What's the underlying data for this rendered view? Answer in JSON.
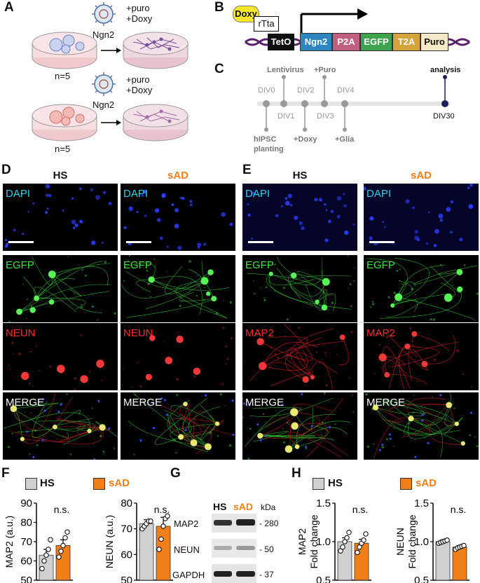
{
  "panel_letters": {
    "a": "A",
    "b": "B",
    "c": "C",
    "d": "D",
    "e": "E",
    "f": "F",
    "g": "G",
    "h": "H"
  },
  "panelA": {
    "virus_label_top": "Ngn2",
    "treat_top_1": "+puro",
    "treat_top_2": "+Doxy",
    "n_top": "n=5",
    "virus_label_bottom": "Ngn2",
    "treat_bottom_1": "+puro",
    "treat_bottom_2": "+Doxy",
    "n_bottom": "n=5"
  },
  "panelB": {
    "doxy": "Doxy",
    "rtta": "rTta",
    "teto": "TetO",
    "cassette": [
      {
        "label": "Ngn2",
        "color": "#2e86c1"
      },
      {
        "label": "P2A",
        "color": "#c0607e"
      },
      {
        "label": "EGFP",
        "color": "#3fa34d"
      },
      {
        "label": "T2A",
        "color": "#d4a43a"
      },
      {
        "label": "Puro",
        "color": "#f3e9c7"
      }
    ]
  },
  "panelC": {
    "above": [
      {
        "text": "Lentivirus"
      },
      {
        "text": "+Puro"
      },
      {
        "text": "analysis"
      }
    ],
    "div_above": [
      {
        "text": "DIV0"
      },
      {
        "text": "DIV2"
      },
      {
        "text": "DIV4"
      }
    ],
    "div_below": [
      {
        "text": "DIV1"
      },
      {
        "text": "DIV3"
      },
      {
        "text": "DIV30"
      }
    ],
    "below": [
      {
        "text": "hIPSC"
      },
      {
        "text": "planting"
      },
      {
        "text": "+Doxy"
      },
      {
        "text": "+Glia"
      }
    ]
  },
  "panelD": {
    "col1": "HS",
    "col2": "sAD",
    "rows": [
      "DAPI",
      "EGFP",
      "NEUN",
      "MERGE"
    ]
  },
  "panelE": {
    "col1": "HS",
    "col2": "sAD",
    "rows": [
      "DAPI",
      "EGFP",
      "MAP2",
      "MERGE"
    ]
  },
  "legend": {
    "hs": "HS",
    "sad": "sAD",
    "hs_color": "#d0d0d0",
    "sad_color": "#f07f1a"
  },
  "panelG": {
    "hs": "HS",
    "sad": "sAD",
    "kda": "kDa",
    "bands": [
      {
        "name": "MAP2",
        "kda": "280"
      },
      {
        "name": "NEUN",
        "kda": "50"
      },
      {
        "name": "GAPDH",
        "kda": "37"
      }
    ]
  },
  "chart_data": [
    {
      "type": "bar",
      "panel": "F-left",
      "ylabel": "MAP2 (a.u.)",
      "ylim": [
        50,
        90
      ],
      "yticks": [
        "50",
        "60",
        "70",
        "80",
        "90"
      ],
      "categories": [
        "HS",
        "sAD"
      ],
      "values": [
        63,
        68
      ],
      "sem": [
        3,
        3
      ],
      "points": [
        [
          56,
          60,
          63,
          66,
          71
        ],
        [
          62,
          65,
          68,
          72,
          75
        ]
      ],
      "annotation": "n.s."
    },
    {
      "type": "bar",
      "panel": "F-right",
      "ylabel": "NEUN (a.u.)",
      "ylim": [
        50,
        80
      ],
      "yticks": [
        "50",
        "60",
        "70",
        "80"
      ],
      "categories": [
        "HS",
        "sAD"
      ],
      "values": [
        72,
        71
      ],
      "sem": [
        1.5,
        3.5
      ],
      "points": [
        [
          70,
          71,
          72,
          73,
          73
        ],
        [
          62,
          66,
          71,
          74,
          75
        ]
      ],
      "annotation": "n.s."
    },
    {
      "type": "bar",
      "panel": "H-left",
      "ylabel": "MAP2\nFold change",
      "ylim": [
        0.5,
        1.5
      ],
      "yticks": [
        "0.5",
        "1.0",
        "1.5"
      ],
      "categories": [
        "HS",
        "sAD"
      ],
      "values": [
        1.0,
        0.98
      ],
      "sem": [
        0.05,
        0.05
      ],
      "points": [
        [
          0.88,
          0.93,
          1.0,
          1.05,
          1.12
        ],
        [
          0.86,
          0.93,
          0.98,
          1.02,
          1.1
        ]
      ],
      "annotation": "n.s."
    },
    {
      "type": "bar",
      "panel": "H-right",
      "ylabel": "NEUN\nFold change",
      "ylim": [
        0.5,
        1.5
      ],
      "yticks": [
        "0.5",
        "1.0",
        "1.5"
      ],
      "categories": [
        "HS",
        "sAD"
      ],
      "values": [
        1.0,
        0.93
      ],
      "sem": [
        0.02,
        0.02
      ],
      "points": [
        [
          0.98,
          0.99,
          1.0,
          1.01,
          1.02
        ],
        [
          0.9,
          0.92,
          0.93,
          0.94,
          0.95
        ]
      ],
      "annotation": "n.s."
    }
  ]
}
